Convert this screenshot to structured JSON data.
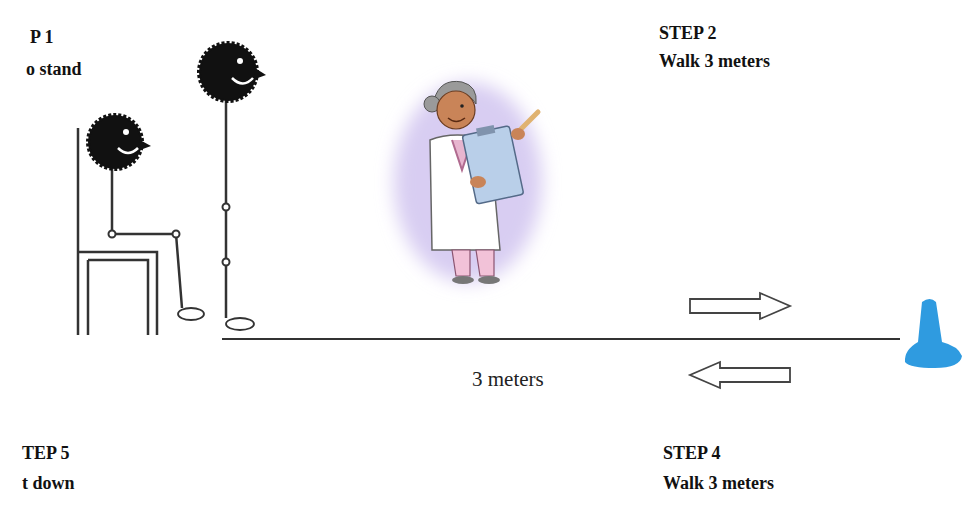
{
  "diagram": {
    "labels": [
      "P 1",
      "o stand",
      "STEP 2",
      "Walk 3 meters",
      "3 meters",
      "STEP 4",
      "Walk 3 meters",
      "TEP 5",
      "t down"
    ]
  }
}
